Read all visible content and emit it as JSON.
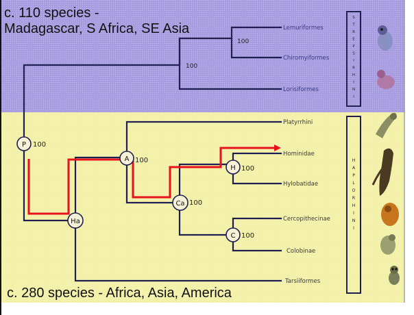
{
  "captions": {
    "top_line1": "c. 110 species -",
    "top_line2": "Madagascar, S Africa, SE Asia",
    "bottom": "c. 280 species - Africa, Asia, America"
  },
  "groups": {
    "strepsirhini": "STREPSIRHINI",
    "haplorhini": "HAPLORHINI"
  },
  "taxa": {
    "lemuriformes": "Lemuriformes",
    "chiromyiformes": "Chiromyiformes",
    "lorisiformes": "Lorisiformes",
    "platyrrhini": "Platyrrhini",
    "hominidae": "Hominidae",
    "hylobatidae": "Hylobatidae",
    "cercopithecinae": "Cercopithecinae",
    "colobinae": "Colobinae",
    "tarsiiformes": "Tarsiiformes"
  },
  "nodes": {
    "p": {
      "letter": "P",
      "support": "100"
    },
    "a": {
      "letter": "A",
      "support": "100"
    },
    "ha": {
      "letter": "Ha",
      "support": ""
    },
    "ca": {
      "letter": "Ca",
      "support": "100"
    },
    "h": {
      "letter": "H",
      "support": "100"
    },
    "c": {
      "letter": "C",
      "support": "100"
    }
  },
  "branch_support": {
    "lemur_chiromys": "100",
    "strepsirhini": "100"
  },
  "colors": {
    "strepsirhini_band": "#a89ce0",
    "haplorhini_band": "#f3f0a8",
    "tree_line": "#1e1e50",
    "human_lineage": "#e8121c",
    "node_fill": "#f7f1d8"
  }
}
